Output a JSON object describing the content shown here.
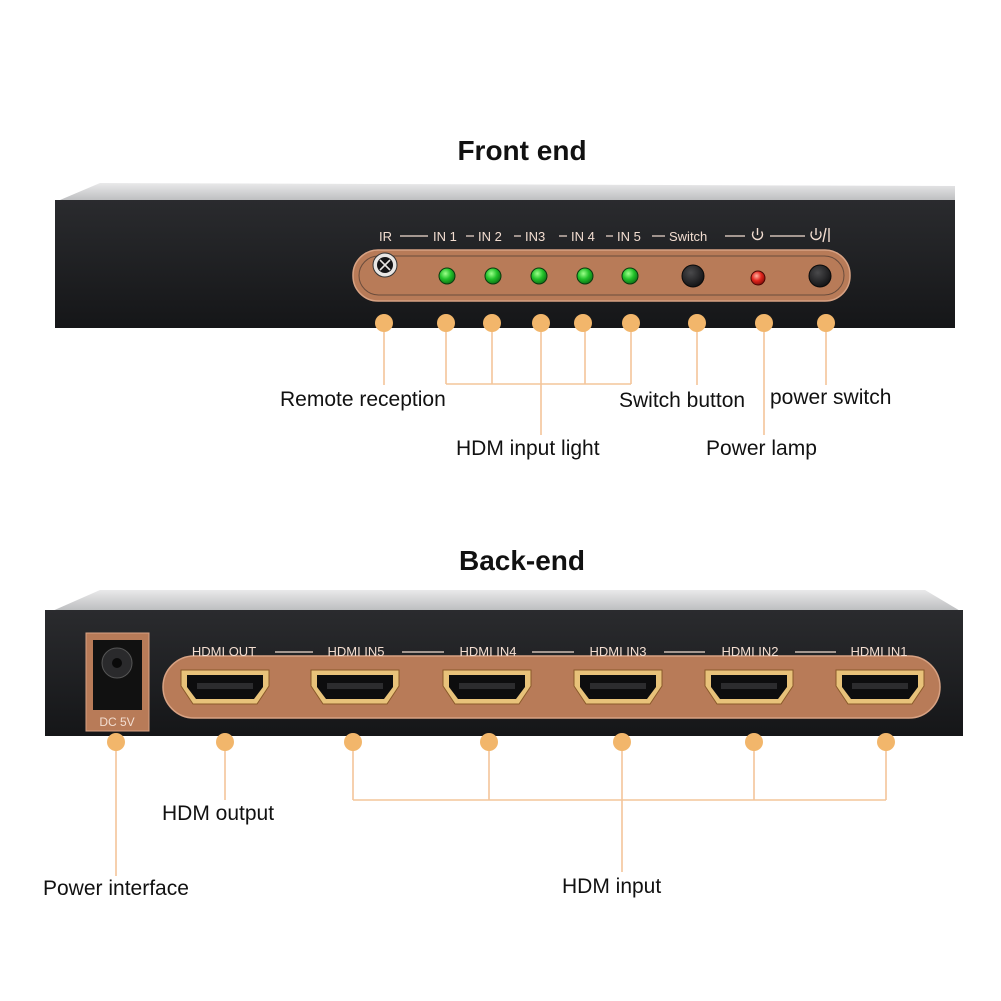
{
  "front": {
    "title": "Front end",
    "panel_labels": {
      "ir": "IR",
      "inputs": [
        "IN 1",
        "IN 2",
        "IN3",
        "IN 4",
        "IN 5"
      ],
      "switch": "Switch"
    },
    "callouts": {
      "remote_reception": "Remote reception",
      "hdm_input_light": "HDM input light",
      "switch_button": "Switch button",
      "power_switch": "power switch",
      "power_lamp": "Power lamp"
    }
  },
  "back": {
    "title": "Back-end",
    "power_label": "DC 5V",
    "ports": [
      "HDMI OUT",
      "HDMI IN5",
      "HDMI IN4",
      "HDMI IN3",
      "HDMI IN2",
      "HDMI IN1"
    ],
    "callouts": {
      "hdm_output": "HDM output",
      "power_interface": "Power interface",
      "hdm_input": "HDM input"
    }
  },
  "colors": {
    "panel_copper": "#b87b58",
    "callout_dot": "#f2b66b",
    "callout_line": "#f4c59a",
    "device_body": "#1c1d20",
    "led_green": "#22c22a",
    "led_red": "#e3241c"
  }
}
